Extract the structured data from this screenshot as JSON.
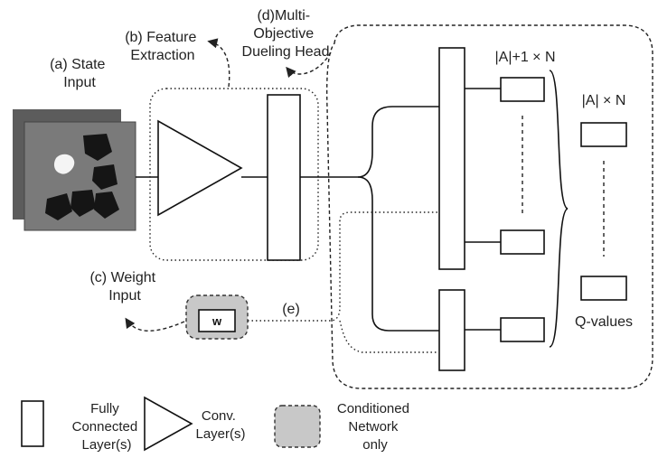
{
  "labels": {
    "state_input": [
      "(a) State",
      "Input"
    ],
    "feature_extraction": [
      "(b) Feature",
      "Extraction"
    ],
    "weight_input": [
      "(c) Weight",
      "Input"
    ],
    "dueling_head": [
      "(d)Multi-",
      "Objective",
      "Dueling Head"
    ],
    "edge_e": "(e)",
    "weight_symbol": "w",
    "adv_dims": "|A|+1 × N",
    "q_dims": "|A| × N",
    "q_values": "Q-values"
  },
  "legend": {
    "fc": [
      "Fully",
      "Connected",
      "Layer(s)"
    ],
    "conv": [
      "Conv.",
      "Layer(s)"
    ],
    "conditioned": [
      "Conditioned",
      "Network",
      "only"
    ]
  },
  "colors": {
    "image_bg": "#7a7a7a",
    "image_back": "#5c5c5c",
    "conditioned_fill": "#c8c8c8",
    "line": "#111111"
  }
}
